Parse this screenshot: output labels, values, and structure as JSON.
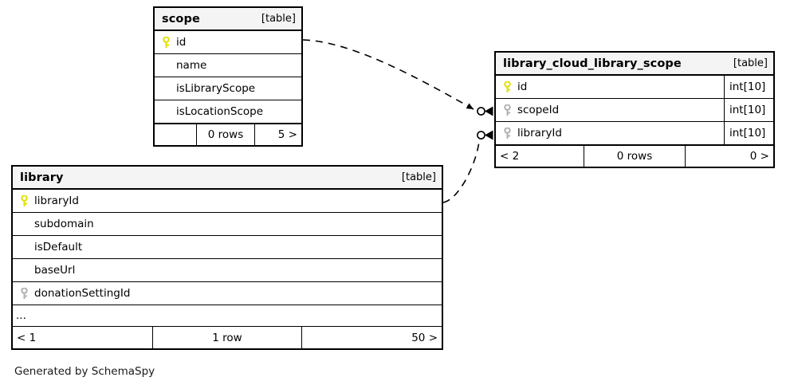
{
  "diagram": {
    "generator_note": "Generated by SchemaSpy",
    "table_kind_label": "[table]",
    "icons": {
      "primary_key": "key-icon-primary",
      "foreign_key": "key-icon-foreign"
    },
    "colors": {
      "primary_key": "#e8e800",
      "foreign_key": "#b0b0b0",
      "header_background": "#f4f4f4",
      "border": "#000000",
      "text": "#000000",
      "background": "#ffffff"
    }
  },
  "tables": [
    {
      "id": "scope",
      "name": "scope",
      "kind": "[table]",
      "columns": [
        {
          "name": "id",
          "key": "primary",
          "type": ""
        },
        {
          "name": "name",
          "key": "none",
          "type": ""
        },
        {
          "name": "isLibraryScope",
          "key": "none",
          "type": ""
        },
        {
          "name": "isLocationScope",
          "key": "none",
          "type": ""
        }
      ],
      "has_ellipsis": false,
      "footer": {
        "prev": "",
        "rows": "0 rows",
        "next": "5 >"
      }
    },
    {
      "id": "library_cloud_library_scope",
      "name": "library_cloud_library_scope",
      "kind": "[table]",
      "columns": [
        {
          "name": "id",
          "key": "primary",
          "type": "int[10]"
        },
        {
          "name": "scopeId",
          "key": "foreign",
          "type": "int[10]"
        },
        {
          "name": "libraryId",
          "key": "foreign",
          "type": "int[10]"
        }
      ],
      "has_ellipsis": false,
      "footer": {
        "prev": "< 2",
        "rows": "0 rows",
        "next": "0 >"
      }
    },
    {
      "id": "library",
      "name": "library",
      "kind": "[table]",
      "columns": [
        {
          "name": "libraryId",
          "key": "primary",
          "type": ""
        },
        {
          "name": "subdomain",
          "key": "none",
          "type": ""
        },
        {
          "name": "isDefault",
          "key": "none",
          "type": ""
        },
        {
          "name": "baseUrl",
          "key": "none",
          "type": ""
        },
        {
          "name": "donationSettingId",
          "key": "foreign",
          "type": ""
        }
      ],
      "has_ellipsis": true,
      "ellipsis_text": "...",
      "footer": {
        "prev": "< 1",
        "rows": "1 row",
        "next": "50 >"
      }
    }
  ],
  "relationships": [
    {
      "id": "scope-id-to-scopeid",
      "from_table": "scope",
      "from_column": "id",
      "to_table": "library_cloud_library_scope",
      "to_column": "scopeId",
      "style": "dashed"
    },
    {
      "id": "library-libraryid-to-libraryid",
      "from_table": "library",
      "from_column": "libraryId",
      "to_table": "library_cloud_library_scope",
      "to_column": "libraryId",
      "style": "dashed"
    }
  ]
}
